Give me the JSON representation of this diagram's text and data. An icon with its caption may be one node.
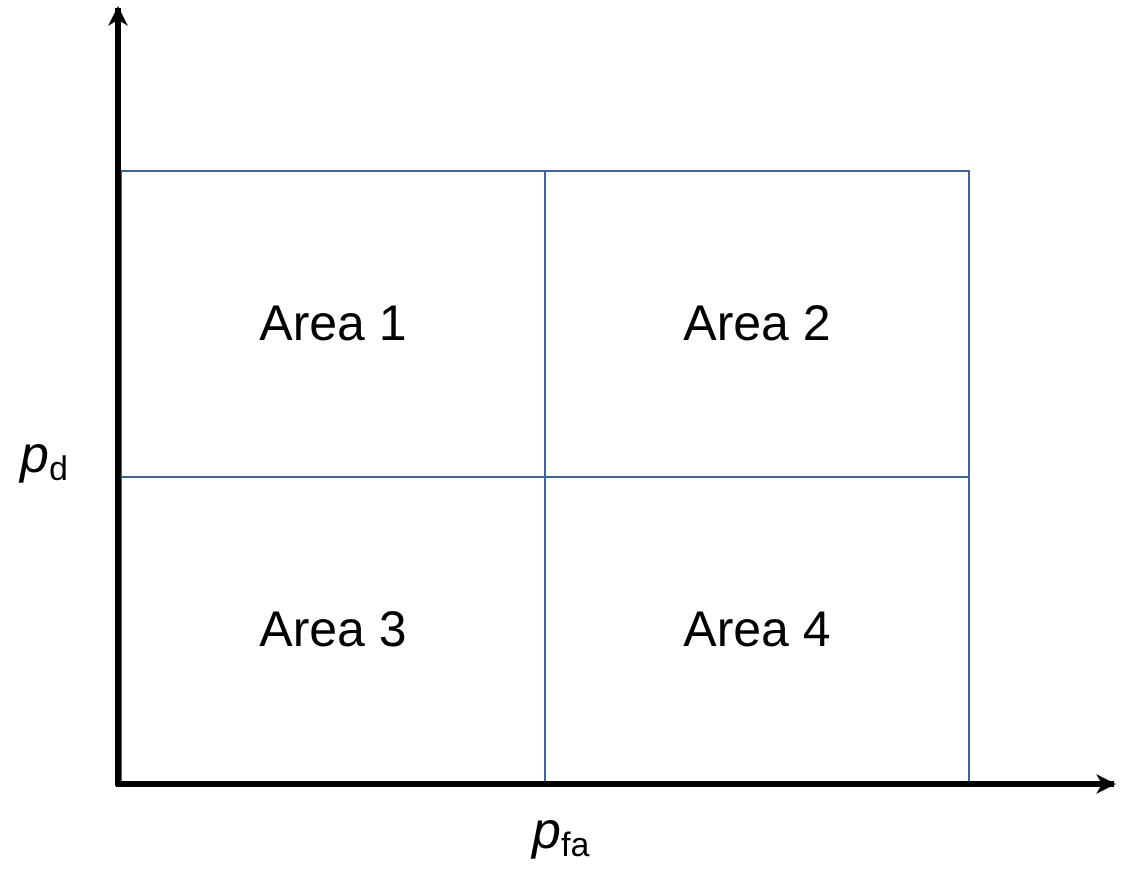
{
  "diagram": {
    "nodes": [
      {
        "text": [
          "Area 1"
        ]
      },
      {
        "text": [
          "Area 2"
        ]
      },
      {
        "text": [
          "Area 3"
        ]
      },
      {
        "text": [
          "Area 4"
        ]
      }
    ],
    "labels": [
      "*p*$_{d}$",
      "*p*$_{fa}$"
    ]
  }
}
